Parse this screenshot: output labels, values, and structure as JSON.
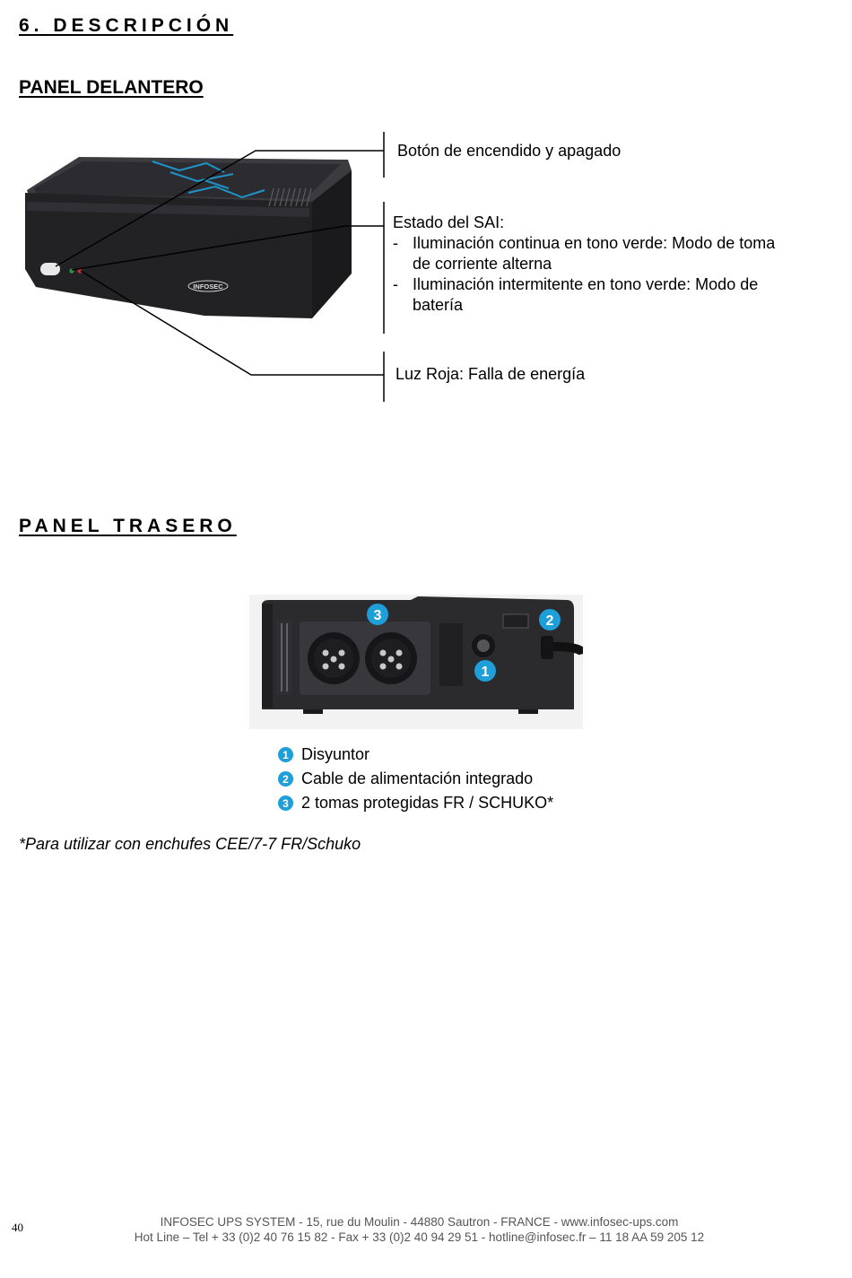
{
  "section_title": "6. DESCRIPCIÓN",
  "front": {
    "heading": "PANEL DELANTERO",
    "brand_label": "INFOSEC",
    "callouts": {
      "power": "Botón de encendido y apagado",
      "status_title": "Estado del SAI:",
      "status_items": [
        "Iluminación continua en tono verde: Modo de toma de corriente alterna",
        "Iluminación intermitente en tono verde: Modo de batería"
      ],
      "fault": "Luz Roja: Falla de energía"
    }
  },
  "rear": {
    "heading": "PANEL TRASERO",
    "markers": [
      "1",
      "2",
      "3"
    ],
    "legend": [
      {
        "num": "1",
        "label": "Disyuntor"
      },
      {
        "num": "2",
        "label": "Cable de alimentación integrado"
      },
      {
        "num": "3",
        "label": "2 tomas protegidas FR / SCHUKO*"
      }
    ],
    "footnote": "*Para utilizar con enchufes CEE/7-7 FR/Schuko"
  },
  "footer": {
    "page_number": "40",
    "line1": "INFOSEC UPS SYSTEM - 15, rue du Moulin - 44880 Sautron - FRANCE -  www.infosec-ups.com",
    "line2": "Hot Line – Tel + 33 (0)2 40 76 15 82 - Fax + 33 (0)2 40 94 29 51 - hotline@infosec.fr – 11 18 AA 59 205 12"
  },
  "colors": {
    "accent": "#1e9fd9",
    "device_body": "#2b2b2e"
  }
}
